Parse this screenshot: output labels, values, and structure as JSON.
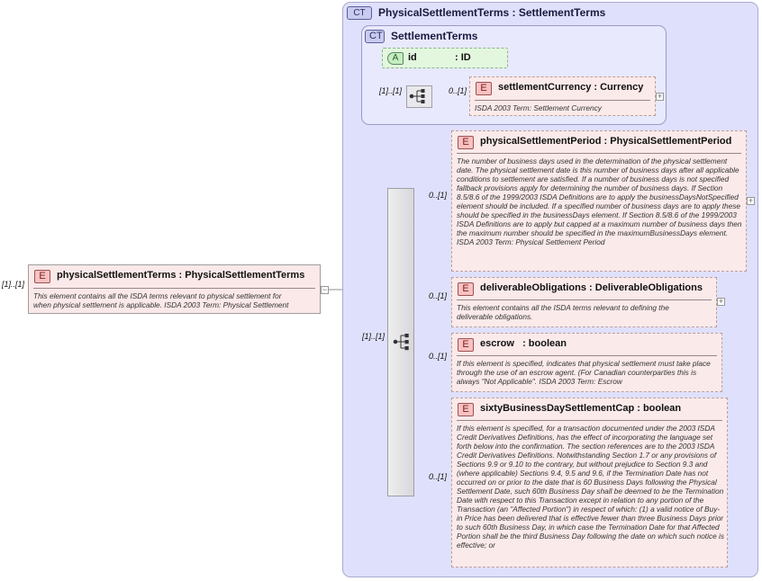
{
  "colors": {
    "panel_bg": "#dfe0fb",
    "element_bg": "#fbeaea",
    "attribute_bg": "#e3f7df",
    "element_badge": "#f7c2c2"
  },
  "root": {
    "cardinality": "[1]..[1]",
    "badge": "E",
    "name": "physicalSettlementTerms : PhysicalSettlementTerms",
    "doc": "This element contains all the ISDA terms relevant to physical settlement for when physical settlement is applicable. ISDA 2003 Term: Physical Settlement",
    "doc_lines": [
      "This element contains all the ISDA terms relevant to physical settlement for",
      "when physical settlement is applicable. ISDA 2003 Term: Physical Settlement"
    ],
    "expand_icon": "minus-icon"
  },
  "complex_type": {
    "badge": "CT",
    "title": "PhysicalSettlementTerms : SettlementTerms"
  },
  "base_type": {
    "badge": "CT",
    "title": "SettlementTerms",
    "attribute": {
      "badge": "A",
      "name": "id",
      "type": ": ID"
    },
    "sequence_cardinality": "[1]..[1]",
    "sequence_icon": "sequence-icon",
    "child": {
      "cardinality": "0..[1]",
      "badge": "E",
      "name": "settlementCurrency : Currency",
      "doc": "ISDA 2003 Term: Settlement Currency",
      "expand_icon": "plus-icon"
    }
  },
  "sequence": {
    "cardinality": "[1]..[1]",
    "icon": "sequence-icon"
  },
  "elements": [
    {
      "cardinality": "0..[1]",
      "badge": "E",
      "name": "physicalSettlementPeriod : PhysicalSettlementPeriod",
      "doc": "The number of business days used in the determination of the physical settlement date. The physical settlement date is this number of business days after all applicable conditions to settlement are satisfied. If a number of business days is not specified fallback provisions apply for determining the number of business days. If Section 8.5/8.6 of the 1999/2003 ISDA Definitions are to apply the businessDaysNotSpecified element should be included. If a specified number of business days are to apply these should be specified in the businessDays element. If Section 8.5/8.6 of the 1999/2003 ISDA Definitions are to apply but capped at a maximum number of business days then the maximum number should be specified in the maximumBusinessDays element. ISDA 2003 Term: Physical Settlement Period",
      "expand_icon": "plus-icon"
    },
    {
      "cardinality": "0..[1]",
      "badge": "E",
      "name": "deliverableObligations : DeliverableObligations",
      "doc": "This element contains all the ISDA terms relevant to defining the deliverable obligations.",
      "expand_icon": "plus-icon"
    },
    {
      "cardinality": "0..[1]",
      "badge": "E",
      "name": "escrow   : boolean",
      "doc": "If this element is specified, indicates that physical settlement must take place through the use of an escrow agent. (For Canadian counterparties this is always \"Not Applicable\". ISDA 2003 Term: Escrow"
    },
    {
      "cardinality": "0..[1]",
      "badge": "E",
      "name": "sixtyBusinessDaySettlementCap : boolean",
      "doc": "If this element is specified, for a transaction documented under the 2003 ISDA Credit Derivatives Definitions, has the effect of incorporating the language set forth below into the confirmation. The section references are to the 2003 ISDA Credit Derivatives Definitions. Notwithstanding Section 1.7 or any provisions of Sections 9.9 or 9.10 to the contrary, but without prejudice to Section 9.3 and (where applicable) Sections 9.4, 9.5 and 9.6, if the Termination Date has not occurred on or prior to the date that is 60 Business Days following the Physical Settlement Date, such 60th Business Day shall be deemed to be the Termination Date with respect to this Transaction except in relation to any portion of the Transaction (an \"Affected Portion\") in respect of which: (1) a valid notice of Buy-in Price has been delivered that is effective fewer than three Business Days prior to such 60th Business Day, in which case the Termination Date for that Affected Portion shall be the third Business Day following the date on which such notice is effective; or"
    }
  ]
}
